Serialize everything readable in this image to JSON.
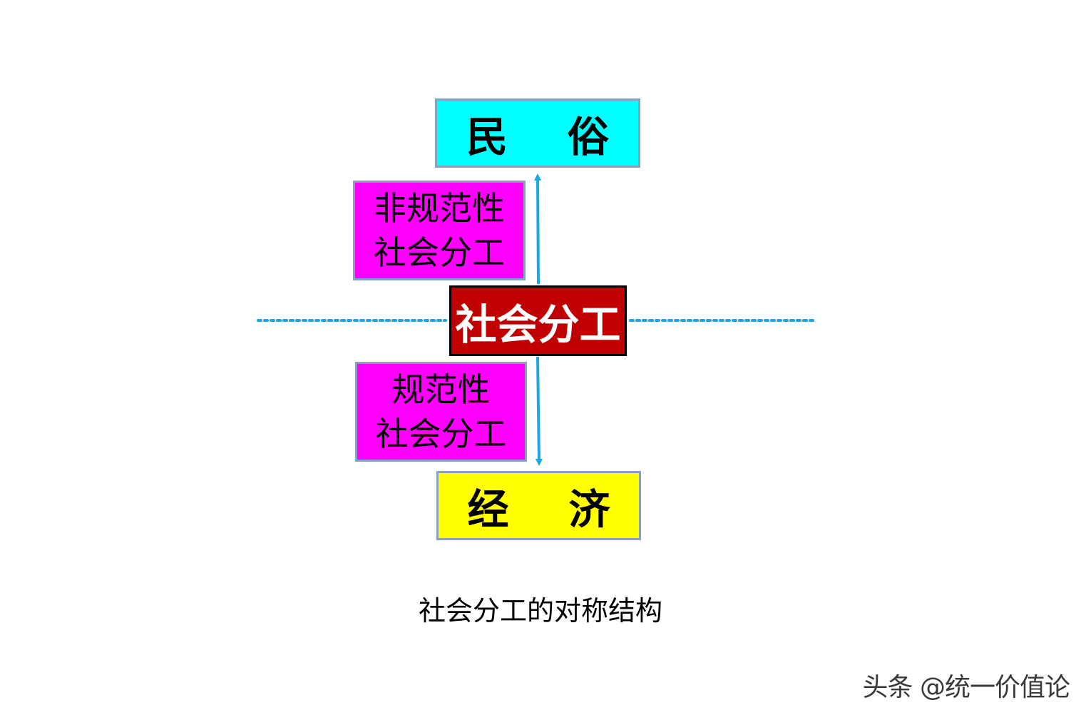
{
  "diagram": {
    "top_box": {
      "chars": [
        "民",
        "俗"
      ]
    },
    "upper_label": {
      "line1": "非规范性",
      "line2": "社会分工"
    },
    "center_box": {
      "label": "社会分工"
    },
    "lower_label": {
      "line1": "规范性",
      "line2": "社会分工"
    },
    "bottom_box": {
      "chars": [
        "经",
        "济"
      ]
    },
    "caption": "社会分工的对称结构"
  },
  "watermark": "头条 @统一价值论",
  "colors": {
    "top_box_fill": "#00ffff",
    "label_box_fill": "#ff00ff",
    "center_box_fill": "#c00000",
    "bottom_box_fill": "#ffff00",
    "arrow": "#1aa7e6",
    "dotted_line": "#1aa7e6"
  }
}
